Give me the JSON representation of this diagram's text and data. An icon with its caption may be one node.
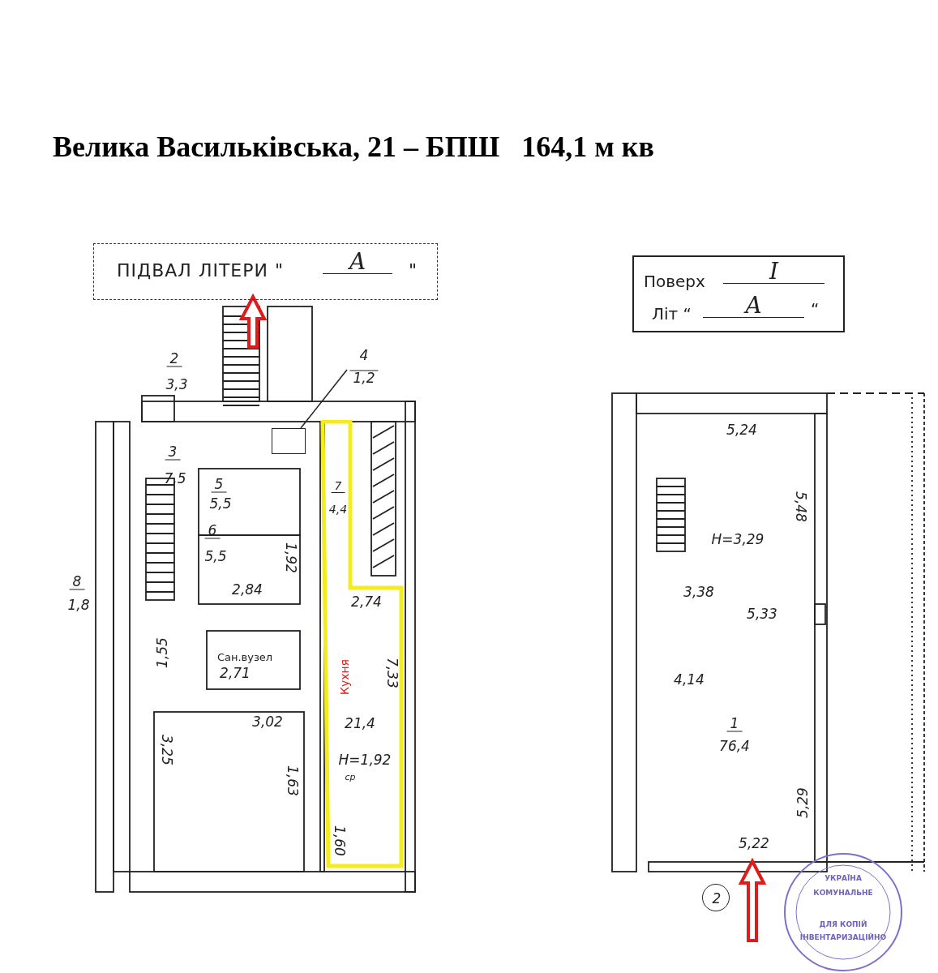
{
  "diagram": {
    "title": "Велика Васильківська, 21 – БПШ   164,1 м кв",
    "nodes": [
      {
        "text": [
          "ПІДВАЛ ЛІТЕРИ \"",
          "А",
          "\""
        ]
      },
      {
        "text": [
          "Поверх",
          "I",
          "Літ “",
          "А",
          "“"
        ]
      },
      {
        "text": [
          "4",
          "1,2"
        ]
      },
      {
        "text": [],
        "shape": "box"
      },
      {
        "text": [
          "Кухня"
        ]
      },
      {
        "text": [
          "2"
        ]
      }
    ],
    "edges": [
      {
        "from": 2,
        "to": 3,
        "arrow": "none"
      }
    ],
    "labels": [
      "2",
      "3,3",
      "3",
      "7,5",
      "5",
      "5,5",
      "7",
      "4,4",
      "6",
      "5,5",
      "1,92",
      "2,84",
      "8",
      "1,8",
      "2,74",
      "Сан.вузел",
      "1,55",
      "2,71",
      "7,33",
      "3,02",
      "21,4",
      "3,25",
      "H=1,92",
      "ср",
      "1,63",
      "1,60",
      "5,24",
      "5,48",
      "H=3,29",
      "3,38",
      "5,33",
      "4,14",
      "1",
      "76,4",
      "5,29",
      "5,22",
      "УКРАЇНА",
      "КОМУНАЛЬНЕ",
      "ДЛЯ КОПІЙ",
      "ІНВЕНТАРИЗАЦІЙНО"
    ]
  }
}
